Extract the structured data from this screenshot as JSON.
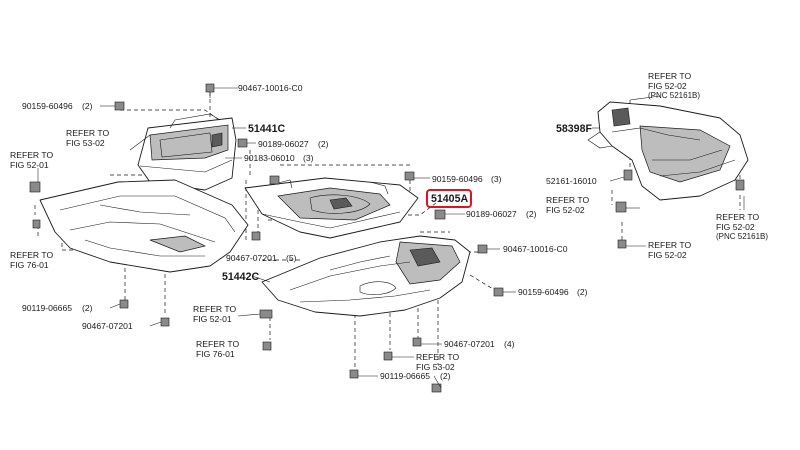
{
  "labels": {
    "l01": "90467-10016-C0",
    "l02": "90159-60496",
    "l03": "(2)",
    "l04": "51441C",
    "l05": "90189-06027",
    "l06": "(2)",
    "l07": "90183-06010",
    "l08": "(3)",
    "l09": "REFER TO",
    "l10": "FIG 53-02",
    "l11": "REFER TO",
    "l12": "FIG 52-01",
    "l13": "90159-60496",
    "l14": "(3)",
    "l15": "51405A",
    "l16": "90189-06027",
    "l17": "(2)",
    "l18": "90467-10016-C0",
    "l19": "REFER TO",
    "l20": "FIG 76-01",
    "l21": "90467-07201",
    "l22": "(5)",
    "l23": "51442C",
    "l24": "90159-60496",
    "l25": "(2)",
    "l26": "90119-06665",
    "l27": "(2)",
    "l28": "90467-07201",
    "l29": "REFER TO",
    "l30": "FIG 52-01",
    "l31": "REFER TO",
    "l32": "FIG 76-01",
    "l33": "90467-07201",
    "l34": "(4)",
    "l35": "REFER TO",
    "l36": "FIG 53-02",
    "l37": "90119-06665",
    "l38": "(2)",
    "l39": "REFER TO",
    "l40": "FIG 52-02",
    "l41": "(PNC 52161B)",
    "l42": "58398F",
    "l43": "52161-16010",
    "l44": "REFER TO",
    "l45": "FIG 52-02",
    "l46": "REFER TO",
    "l47": "FIG 52-02",
    "l48": "REFER TO",
    "l49": "FIG 52-02",
    "l50": "(PNC 52161B)"
  },
  "highlight": {
    "part_number_key": "l15",
    "color": "#e0141e"
  },
  "colors": {
    "line": "#1a1a1a",
    "shade": "#bdbdbd",
    "background": "#ffffff"
  }
}
